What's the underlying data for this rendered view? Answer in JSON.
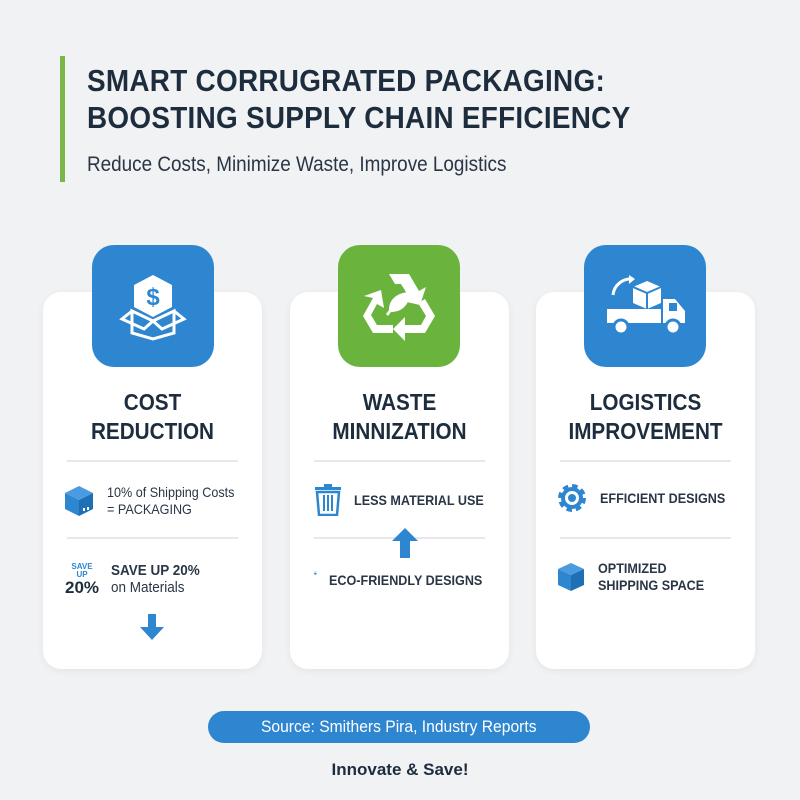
{
  "header": {
    "title_line1": "SMART CORRUGRATED PACKAGING:",
    "title_line2": "BOOSTING SUPPLY CHAIN EFFICIENCY",
    "subtitle": "Reduce Costs, Minimize Waste, Improve Logistics"
  },
  "colors": {
    "accent_blue": "#2e86d1",
    "accent_green": "#6ab43e",
    "title": "#1e2d3d",
    "background": "#f1f2f4"
  },
  "cards": [
    {
      "icon": "dollar-box-icon",
      "title1": "COST",
      "title2": "REDUCTION",
      "items": [
        {
          "icon": "box-icon",
          "text1": "10% of Shipping Costs",
          "text2": "= PACKAGING"
        },
        {
          "icon_small": "SAVE UP",
          "icon_big": "20%",
          "text1": "SAVE UP 20%",
          "text2": "on Materials"
        }
      ],
      "arrow": "arrow-down-icon"
    },
    {
      "icon": "recycle-icon",
      "title1": "WASTE",
      "title2": "MINNIZATION",
      "items": [
        {
          "icon": "trash-icon",
          "text1": "LESS MATERIAL USE"
        },
        {
          "icon": "box-arrows-up-icon",
          "text1": "ECO-FRIENDLY DESIGNS"
        }
      ],
      "arrow": "arrow-up-icon"
    },
    {
      "icon": "truck-icon",
      "title1": "LOGISTICS",
      "title2": "IMPROVEMENT",
      "items": [
        {
          "icon": "gear-icon",
          "text1": "EFFICIENT DESIGNS"
        },
        {
          "icon": "box-icon",
          "text1": "OPTIMIZED",
          "text2": "SHIPPING SPACE"
        }
      ]
    }
  ],
  "source": "Source: Smithers Pira, Industry Reports",
  "footer": "Innovate & Save!"
}
